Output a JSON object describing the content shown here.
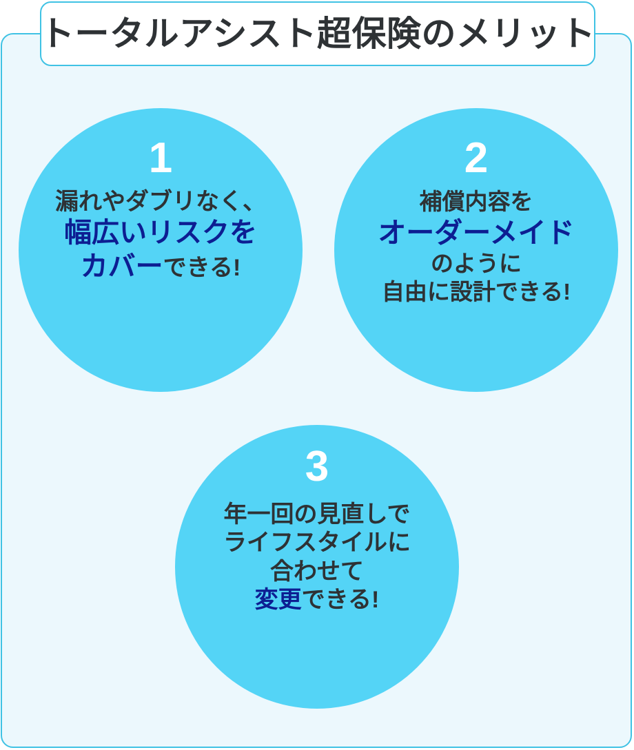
{
  "header": {
    "title": "トータルアシスト超保険のメリット"
  },
  "theme": {
    "panel_bg": "#ecf8fd",
    "panel_border": "#3fc2e4",
    "title_bg": "#ffffff",
    "circle_bg": "#54d4f6",
    "number_color": "#ffffff",
    "body_text_color": "#2e3235",
    "highlight_color": "#0d1e92"
  },
  "merits": [
    {
      "number": "1",
      "lines": [
        {
          "segments": [
            {
              "text": "漏れやダブリなく、",
              "style": "normal"
            }
          ]
        },
        {
          "segments": [
            {
              "text": "幅広いリスクを",
              "style": "highlight-large"
            }
          ]
        },
        {
          "segments": [
            {
              "text": "カバー",
              "style": "highlight-large"
            },
            {
              "text": "できる!",
              "style": "normal"
            }
          ]
        }
      ]
    },
    {
      "number": "2",
      "lines": [
        {
          "segments": [
            {
              "text": "補償内容を",
              "style": "normal"
            }
          ]
        },
        {
          "segments": [
            {
              "text": "オーダーメイド",
              "style": "highlight-large"
            }
          ]
        },
        {
          "segments": [
            {
              "text": "のように",
              "style": "normal"
            }
          ]
        },
        {
          "segments": [
            {
              "text": "自由に設計できる!",
              "style": "normal"
            }
          ]
        }
      ]
    },
    {
      "number": "3",
      "lines": [
        {
          "segments": [
            {
              "text": "年一回の見直しで",
              "style": "normal"
            }
          ]
        },
        {
          "segments": [
            {
              "text": "ライフスタイルに",
              "style": "normal"
            }
          ]
        },
        {
          "segments": [
            {
              "text": "合わせて",
              "style": "normal"
            }
          ]
        },
        {
          "segments": [
            {
              "text": "変更",
              "style": "highlight"
            },
            {
              "text": "できる!",
              "style": "normal"
            }
          ]
        }
      ]
    }
  ]
}
